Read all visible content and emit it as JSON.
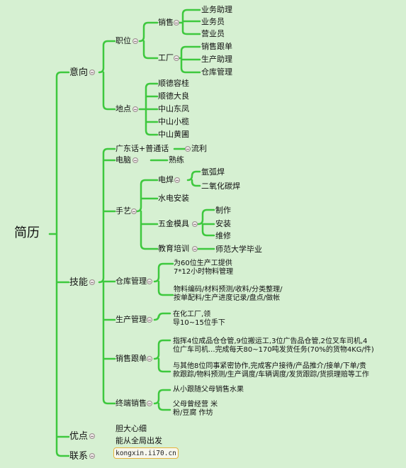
{
  "root": "简历",
  "sections": {
    "intent": "意向",
    "skills": "技能",
    "strengths": "优点",
    "contact": "联系"
  },
  "intent": {
    "position": "职位",
    "sales": "销售",
    "sales_items": [
      "业务助理",
      "业务员",
      "营业员"
    ],
    "factory": "工厂",
    "factory_items": [
      "销售跟单",
      "生产助理",
      "仓库管理"
    ],
    "location": "地点",
    "locations": [
      "顺德容桂",
      "顺德大良",
      "中山东凤",
      "中山小榄",
      "中山黄圃"
    ]
  },
  "skills": {
    "language": "广东话+普通话",
    "language_level": "流利",
    "computer": "电脑",
    "computer_level": "熟练",
    "craft": "手艺",
    "welding": "电焊",
    "welding_items": [
      "氩弧焊",
      "二氧化碳焊"
    ],
    "plumbing": "水电安装",
    "molds": "五金模具",
    "mold_items": [
      "制作",
      "安装",
      "维修"
    ],
    "training": "教育培训",
    "training_item": "师范大学毕业",
    "warehouse": "仓库管理",
    "warehouse_note1": "为60位生产工提供\n7*12小时物料管理",
    "warehouse_note2": "物料编码/材料预测/收料/分类整理/\n按单配料/生产进度记录/盘点/做帐",
    "production": "生产管理",
    "production_note": "在化工厂,领\n导10~15位手下",
    "sales_follow": "销售跟单",
    "sales_note1": "指挥4位成品仓仓管,9位搬运工,3位广告品仓管,2位叉车司机,4\n位广车司机...完成每天80~170吨发货任务(70%的货物4KG/件)",
    "sales_note2": "与其他8位同事紧密协作,完成客户接待/产品推介/接单/下单/贵\n款跟踪/物料预测/生产调度/车辆调度/发货跟踪/货损理赔等工作",
    "terminal": "终端销售",
    "terminal_note1": "从小跟随父母销售水果",
    "terminal_note2": "父母曾经营 米\n粉/豆腐 作坊"
  },
  "strengths": [
    "胆大心细",
    "能从全局出发"
  ],
  "contact": {
    "link": "kongxin.ii70.cn"
  },
  "colors": {
    "line": "#3ec83e",
    "background": "#d6f0d2",
    "link_border": "#e6b23c"
  }
}
